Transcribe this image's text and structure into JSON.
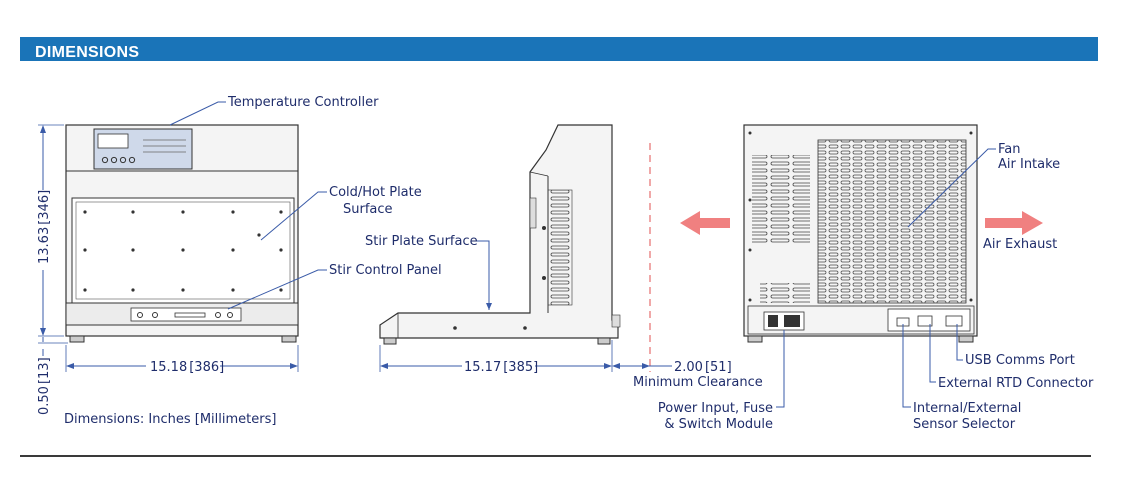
{
  "header": {
    "title": "DIMENSIONS"
  },
  "colors": {
    "header_bar": "#1a74b8",
    "label": "#1f2d6b",
    "arrow": "#f08080",
    "leader": "#3a5ba8"
  },
  "front_view": {
    "callouts": {
      "temperature_controller": "Temperature Controller",
      "cold_hot_plate_line1": "Cold/Hot Plate",
      "cold_hot_plate_line2": "Surface",
      "stir_control_panel": "Stir Control Panel"
    },
    "dims": {
      "height": "13.63",
      "height_mm": "346",
      "foot": "0.50",
      "foot_mm": "13",
      "width": "15.18",
      "width_mm": "386"
    },
    "units_note": "Dimensions: Inches [Millimeters]"
  },
  "side_view": {
    "callouts": {
      "stir_plate_surface": "Stir Plate Surface"
    },
    "dims": {
      "depth": "15.17",
      "depth_mm": "385",
      "clearance": "2.00",
      "clearance_mm": "51",
      "clearance_label": "Minimum Clearance"
    }
  },
  "rear_view": {
    "callouts": {
      "fan_line1": "Fan",
      "fan_line2": "Air Intake",
      "air_exhaust": "Air Exhaust",
      "usb": "USB Comms Port",
      "rtd": "External RTD Connector",
      "sensor_line1": "Internal/External",
      "sensor_line2": "Sensor Selector",
      "power_line1": "Power Input, Fuse",
      "power_line2": "& Switch Module"
    }
  }
}
